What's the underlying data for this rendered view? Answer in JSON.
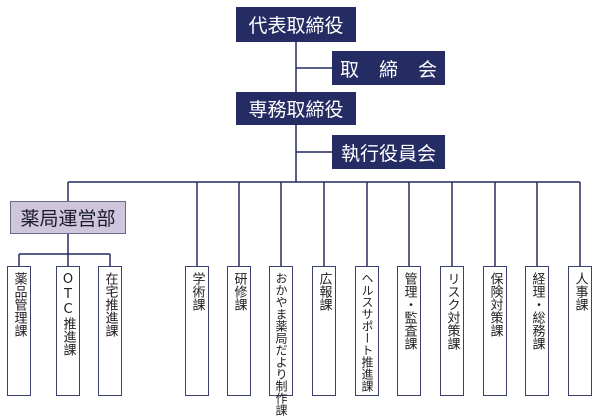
{
  "top": {
    "ceo": "代表取締役",
    "board": "取 締 会",
    "senior_md": "専務取締役",
    "exec_committee": "執行役員会"
  },
  "pharmacy_division": {
    "label": "薬局運営部",
    "sections": [
      "薬品管理課",
      "OTC推進課",
      "在宅推進課"
    ]
  },
  "sections": [
    "学術課",
    "研修課",
    "おかやま薬局だより制作課",
    "広報課",
    "ヘルスサポート推進課",
    "管理・監査課",
    "リスク対策課",
    "保険対策課",
    "経理・総務課",
    "人事課"
  ],
  "colors": {
    "primary_box": "#252b63",
    "division_box": "#cfc6dd",
    "line": "#252b63"
  }
}
